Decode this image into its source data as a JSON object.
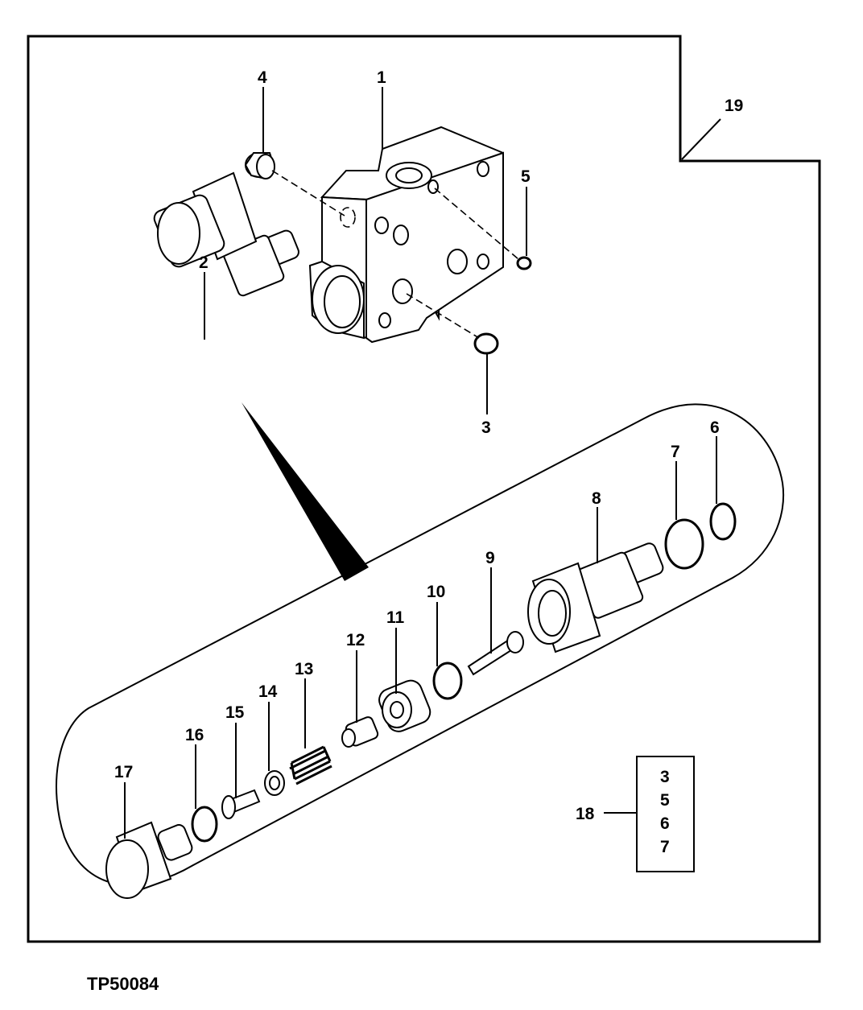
{
  "figure_code": "TP50084",
  "callouts": {
    "c1": "1",
    "c2": "2",
    "c3": "3",
    "c4": "4",
    "c5": "5",
    "c6": "6",
    "c7": "7",
    "c8": "8",
    "c9": "9",
    "c10": "10",
    "c11": "11",
    "c12": "12",
    "c13": "13",
    "c14": "14",
    "c15": "15",
    "c16": "16",
    "c17": "17",
    "c18": "18",
    "c19": "19"
  },
  "kit_box": {
    "items": [
      "3",
      "5",
      "6",
      "7"
    ]
  }
}
